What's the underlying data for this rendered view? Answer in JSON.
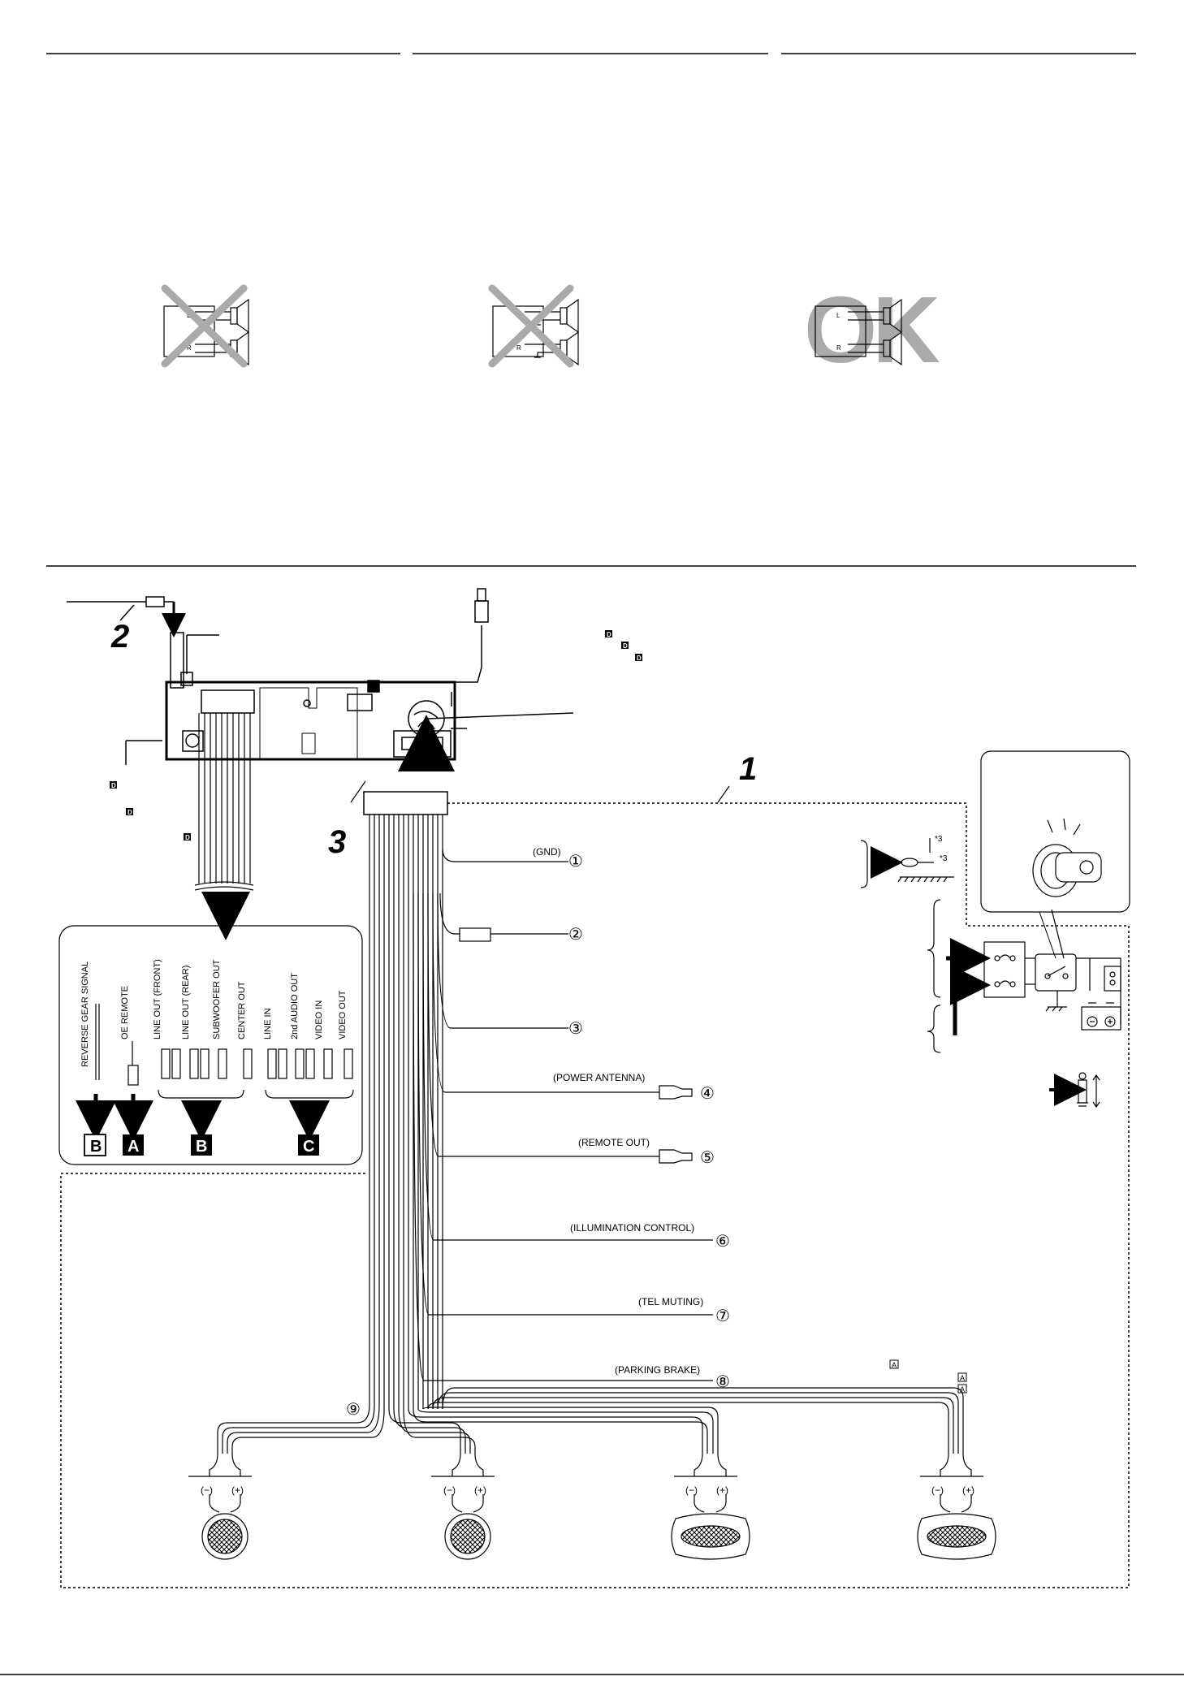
{
  "top_panels": [
    {
      "label_l": "L",
      "label_r": "R",
      "verdict": ""
    },
    {
      "label_l": "L",
      "label_r": "R",
      "verdict": ""
    },
    {
      "label_l": "L",
      "label_r": "R",
      "verdict": "OK"
    }
  ],
  "steps": {
    "one": "1",
    "two": "2",
    "three": "3"
  },
  "unit_marks": {
    "d1": "D",
    "d2": "D",
    "d3": "D",
    "d4": "D",
    "d5": "D",
    "d6": "D"
  },
  "rca_labels": [
    "REVERSE GEAR SIGNAL",
    "OE REMOTE",
    "LINE OUT (FRONT)",
    "LINE OUT (REAR)",
    "SUBWOOFER OUT",
    "CENTER OUT",
    "LINE IN",
    "2nd AUDIO OUT",
    "VIDEO IN",
    "VIDEO OUT"
  ],
  "rca_groups": [
    "B",
    "A",
    "B",
    "C"
  ],
  "leads": [
    {
      "label": "(GND)",
      "num": "①"
    },
    {
      "label": "",
      "num": "②"
    },
    {
      "label": "",
      "num": "③"
    },
    {
      "label": "(POWER ANTENNA)",
      "num": "④"
    },
    {
      "label": "(REMOTE OUT)",
      "num": "⑤"
    },
    {
      "label": "(ILLUMINATION CONTROL)",
      "num": "⑥"
    },
    {
      "label": "(TEL MUTING)",
      "num": "⑦"
    },
    {
      "label": "(PARKING BRAKE)",
      "num": "⑧"
    }
  ],
  "lead9": "⑨",
  "screw_notes": [
    "*3",
    "*3"
  ],
  "a_marks": [
    "A",
    "A",
    "A"
  ],
  "speakers": [
    {
      "minus": "(−)",
      "plus": "(+)"
    },
    {
      "minus": "(−)",
      "plus": "(+)"
    },
    {
      "minus": "(−)",
      "plus": "(+)"
    },
    {
      "minus": "(−)",
      "plus": "(+)"
    }
  ]
}
